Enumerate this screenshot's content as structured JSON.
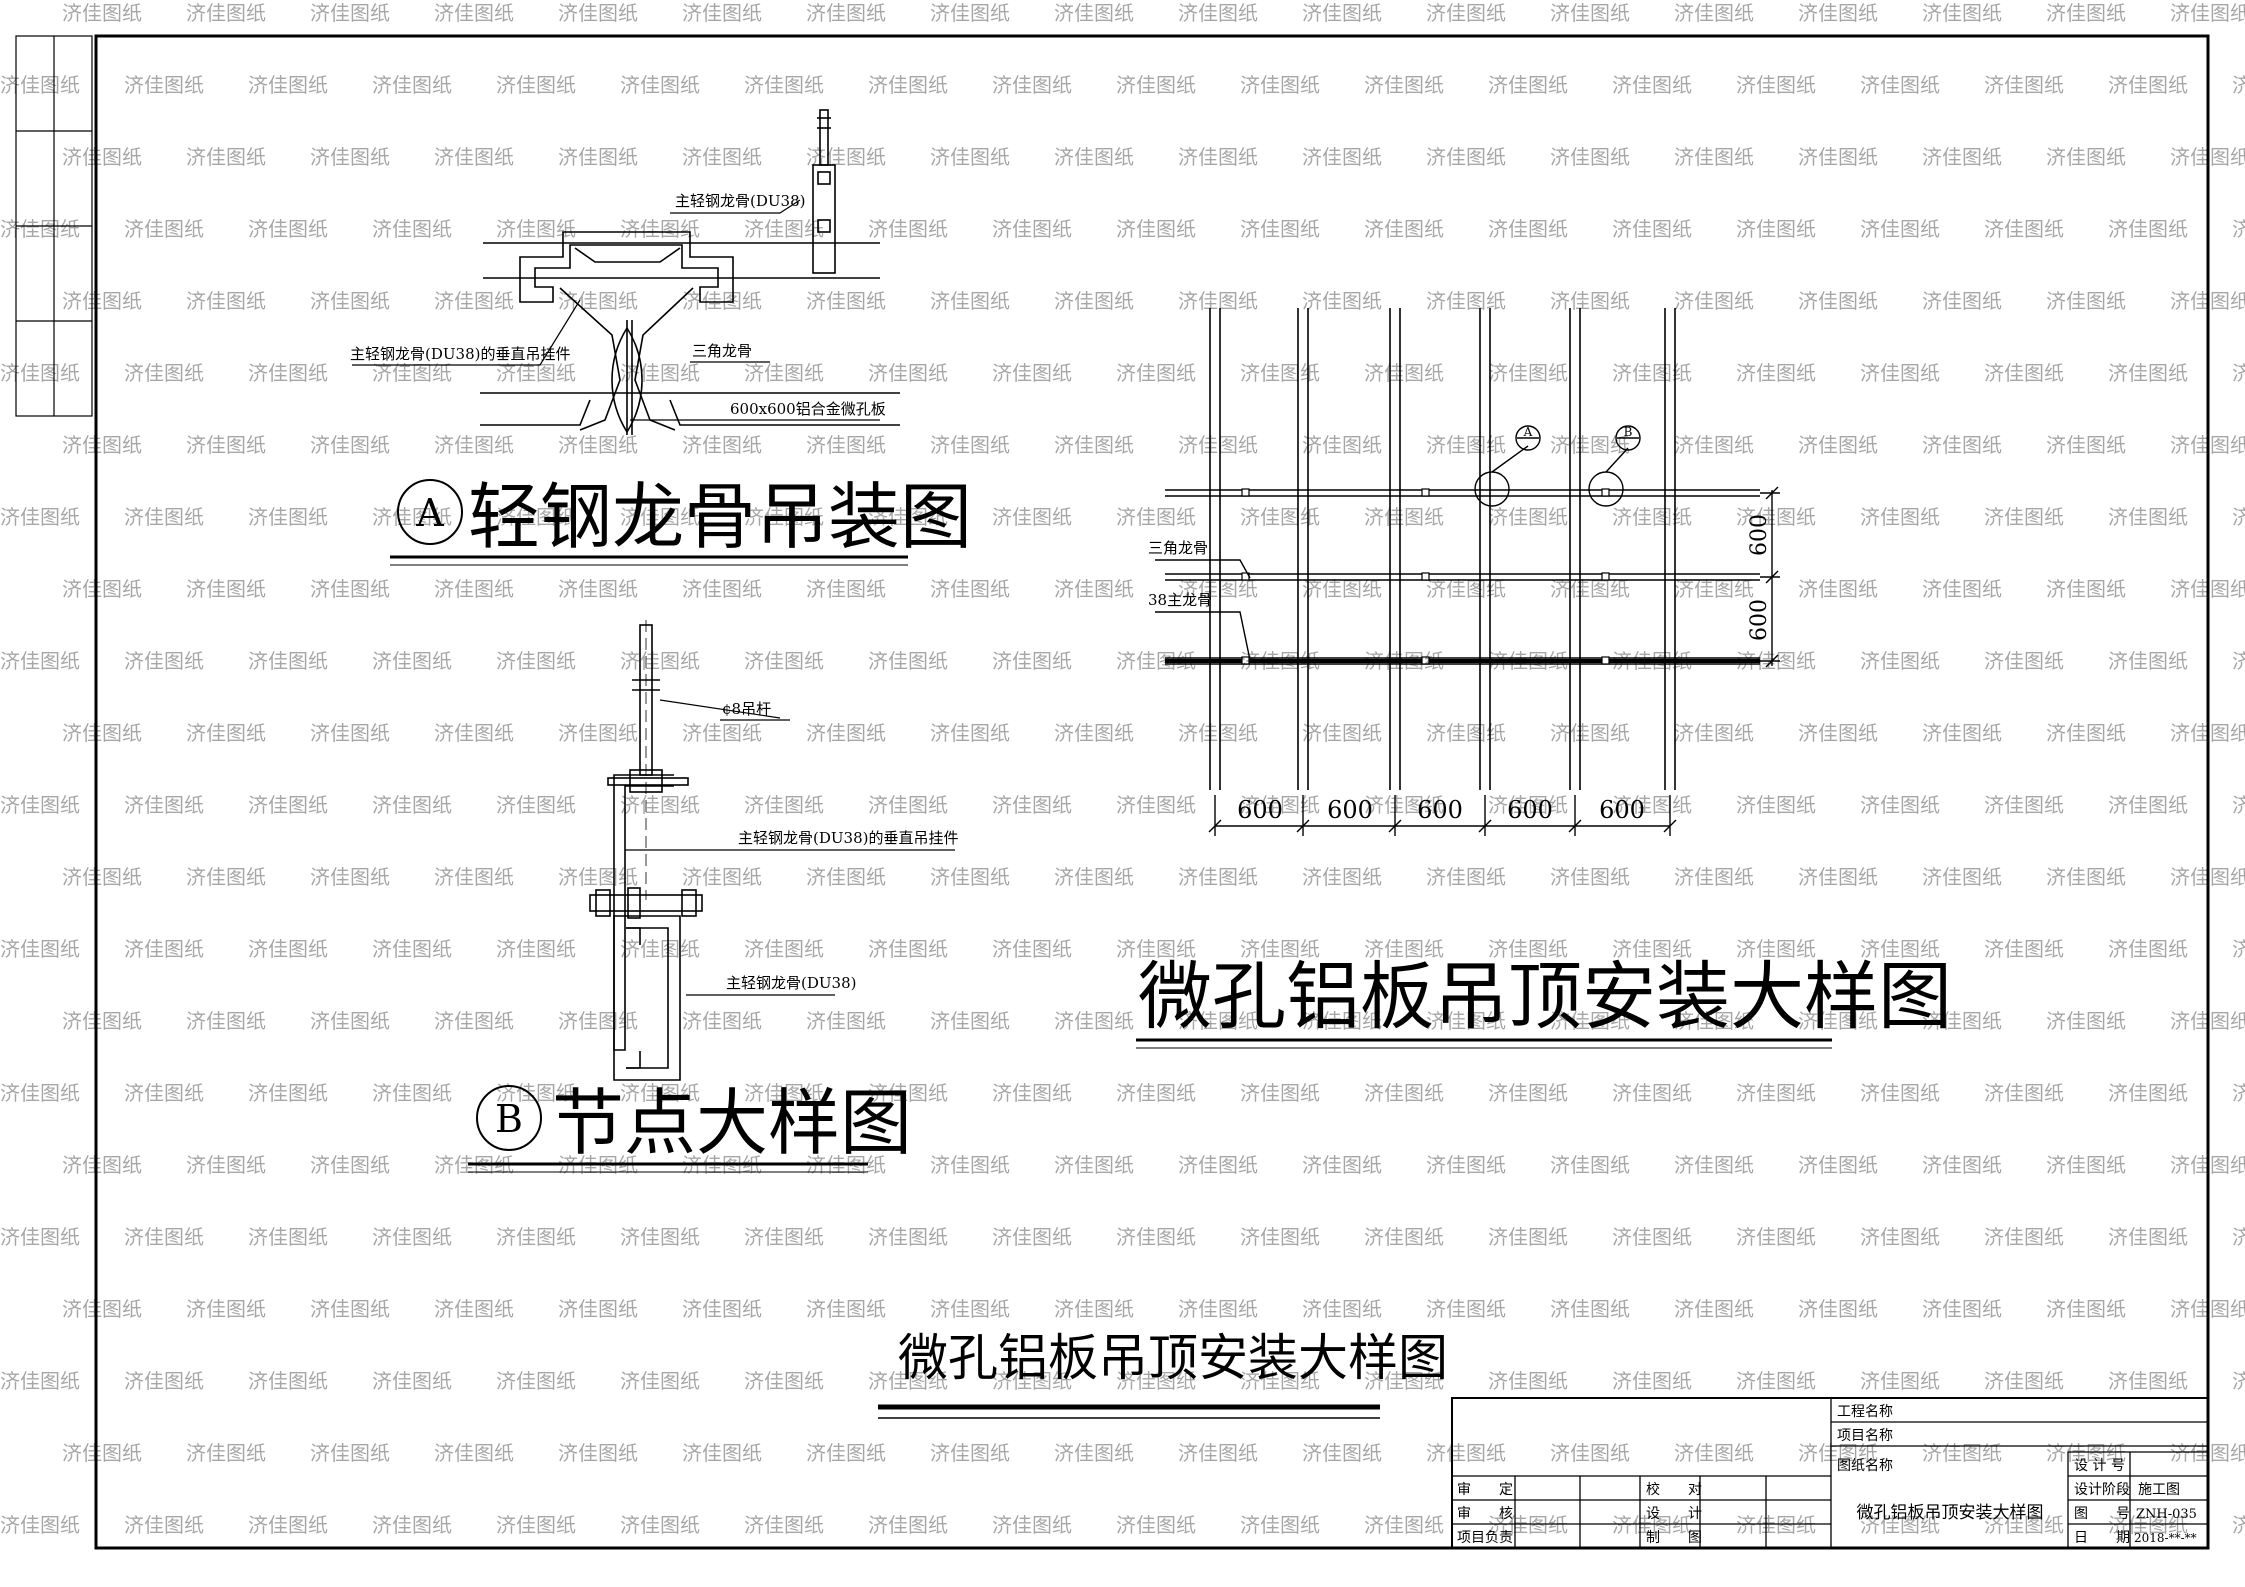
{
  "drawing": {
    "main_title": "微孔铝板吊顶安装大样图",
    "plan": {
      "title": "微孔铝板吊顶安装大样图",
      "labels": {
        "triangle_keel": "三角龙骨",
        "main_keel_38": "38主龙骨",
        "ref_a": "A",
        "ref_b": "B"
      },
      "horizontal_dims": [
        "600",
        "600",
        "600",
        "600",
        "600"
      ],
      "vertical_dims": [
        "600",
        "600"
      ]
    },
    "detail_a": {
      "marker": "A",
      "title": "轻钢龙骨吊装图",
      "labels": {
        "main_keel": "主轻钢龙骨(DU38)",
        "hanger": "主轻钢龙骨(DU38)的垂直吊挂件",
        "triangle_keel": "三角龙骨",
        "panel": "600x600铝合金微孔板"
      }
    },
    "detail_b": {
      "marker": "B",
      "title": "节点大样图",
      "labels": {
        "rod": "¢8吊杆",
        "hanger": "主轻钢龙骨(DU38)的垂直吊挂件",
        "main_keel": "主轻钢龙骨(DU38)"
      }
    }
  },
  "title_block": {
    "project_name_label": "工程名称",
    "item_name_label": "项目名称",
    "drawing_name_label": "图纸名称",
    "drawing_name_value": "微孔铝板吊顶安装大样图",
    "approve": "审　　定",
    "review": "审　　核",
    "project_lead": "项目负责",
    "check": "校　　对",
    "design": "设　　计",
    "draw": "制　　图",
    "design_no_label": "设 计 号",
    "design_stage_label": "设计阶段",
    "design_stage_value": "施工图",
    "drawing_no_label": "图　　号",
    "drawing_no_value": "ZNH-035",
    "date_label": "日　　期",
    "date_value": "2018-**-**"
  },
  "watermark": "济佳图纸"
}
